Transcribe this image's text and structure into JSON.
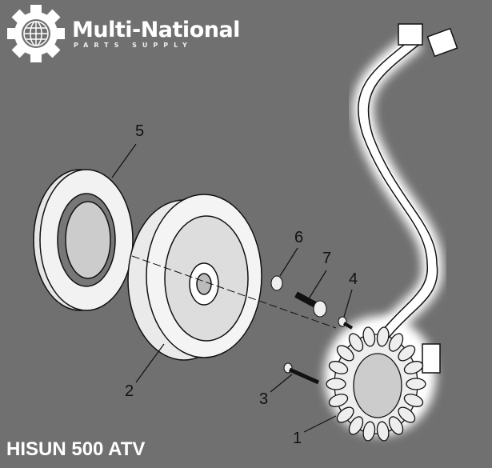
{
  "logo": {
    "name": "Multi-National",
    "tagline": "PARTS SUPPLY",
    "icon": "gear-globe-icon"
  },
  "title": "HISUN 500 ATV",
  "callouts": [
    "1",
    "2",
    "3",
    "4",
    "5",
    "6",
    "7"
  ],
  "colors": {
    "background": "#707070",
    "text": "#ffffff",
    "lines": "#111111"
  }
}
